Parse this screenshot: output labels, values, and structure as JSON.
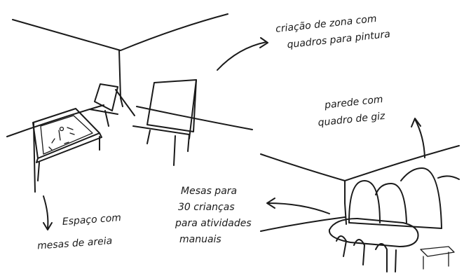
{
  "annotations": {
    "painting_zone": [
      "criação de zona com",
      "quadros para pintura"
    ],
    "chalk_wall": [
      "parede com",
      "quadro de giz"
    ],
    "tables": [
      "Mesas para",
      "30 crianças",
      "para atividades",
      "manuais"
    ],
    "sand_space": [
      "Espaço com",
      "mesas de areia"
    ]
  },
  "colors": {
    "ink": "#1a1a1a",
    "paper": "#ffffff"
  }
}
